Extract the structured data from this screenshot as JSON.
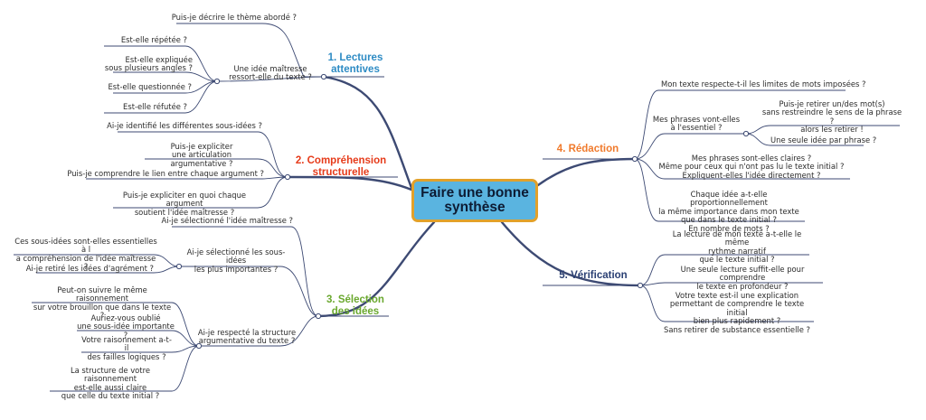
{
  "center": {
    "title": "Faire une bonne\nsynthèse"
  },
  "colors": {
    "line": "#3d4a73",
    "branch1": "#2d8bc4",
    "branch2": "#e63b1a",
    "branch3": "#6aa82e",
    "branch4": "#f07a2c",
    "branch5": "#2a3f73",
    "center_fill": "#5ab4e0",
    "center_border": "#e2a12a"
  },
  "branches": {
    "b1": {
      "label": "1. Lectures\nattentives",
      "leaf_top": "Puis-je décrire le thème abordé ?",
      "sub": "Une idée maîtresse\nressort-elle du texte ?",
      "sub_leaves": [
        "Est-elle répétée ?",
        "Est-elle expliquée\nsous plusieurs angles ?",
        "Est-elle questionnée ?",
        "Est-elle réfutée ?"
      ]
    },
    "b2": {
      "label": "2. Compréhension\nstructurelle",
      "leaves": [
        "Ai-je identifié les différentes sous-idées ?",
        "Puis-je expliciter\nune articulation argumentative ?",
        "Puis-je comprendre le lien entre chaque argument ?",
        "Puis-je expliciter en quoi chaque argument\nsoutient l'idée maîtresse ?"
      ]
    },
    "b3": {
      "label": "3. Sélection\ndes idées",
      "leaf1": "Ai-je sélectionné l'idée maîtresse ?",
      "sub1": "Ai-je sélectionné les sous-idées\nles plus importantes ?",
      "sub1_leaves": [
        "Ces sous-idées sont-elles essentielles à l\na compréhension de l'idée maîtresse ?",
        "Ai-je retiré les idées d'agrément ?"
      ],
      "sub2": "Ai-je respecté la structure\nargumentative du texte ?",
      "sub2_leaves": [
        "Peut-on suivre le même raisonnement\nsur votre brouillon que dans le texte ?",
        "Auriez-vous oublié\nune sous-idée importante ?",
        "Votre raisonnement a-t-il\ndes failles logiques ?",
        "La structure de votre raisonnement\nest-elle aussi claire\nque celle du texte initial ?"
      ]
    },
    "b4": {
      "label": "4. Rédaction",
      "leaf1": "Mon texte respecte-t-il les limites de mots imposées ?",
      "sub": "Mes phrases vont-elles\nà l'essentiel ?",
      "sub_leaves": [
        "Puis-je retirer un/des mot(s)\nsans restreindre le sens de la phrase ?\nalors les retirer !",
        "Une seule idée par phrase ?"
      ],
      "leaf2": "Mes phrases sont-elles claires ?\nMême pour ceux qui n'ont pas lu le texte initial ?\nExpliquent-elles l'idée directement ?",
      "leaf3": "Chaque idée a-t-elle proportionnellement\nla même importance dans mon texte\nque dans le texte initial ?\nEn nombre de mots ?"
    },
    "b5": {
      "label": "5. Vérification",
      "leaves": [
        "La lecture de mon texte a-t-elle le même\nrythme narratif\nque le texte initial ?",
        "Une seule lecture suffit-elle pour comprendre\nle texte en profondeur ?",
        "Votre texte est-il une explication\npermettant de comprendre le texte initial\nbien plus rapidement ?\nSans retirer de substance essentielle ?"
      ]
    }
  }
}
